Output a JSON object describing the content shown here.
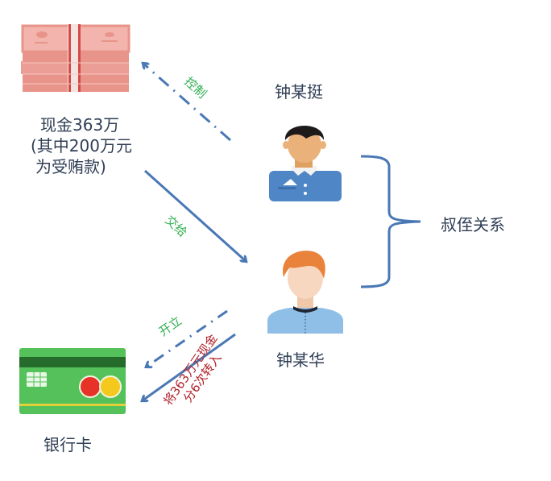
{
  "nodes": {
    "cash": {
      "line1": "现金363万",
      "line2": "(其中200万元",
      "line3": "为受贿款)"
    },
    "person_top": {
      "name": "钟某挺"
    },
    "person_bottom": {
      "name": "钟某华"
    },
    "relationship": {
      "label": "叔侄关系"
    },
    "bank_card": {
      "label": "银行卡"
    }
  },
  "edges": {
    "control": {
      "label": "控制",
      "style": "dash-dot"
    },
    "hand_over": {
      "label": "交给",
      "style": "solid"
    },
    "open": {
      "label": "开立",
      "style": "dash-dot"
    },
    "transfer": {
      "line1": "将363万元现金",
      "line2": "分6次转入",
      "style": "solid"
    }
  },
  "colors": {
    "arrow": "#4a78b5",
    "label_green": "#2fae4f",
    "label_red": "#b0222a",
    "text": "#2f3e55"
  }
}
